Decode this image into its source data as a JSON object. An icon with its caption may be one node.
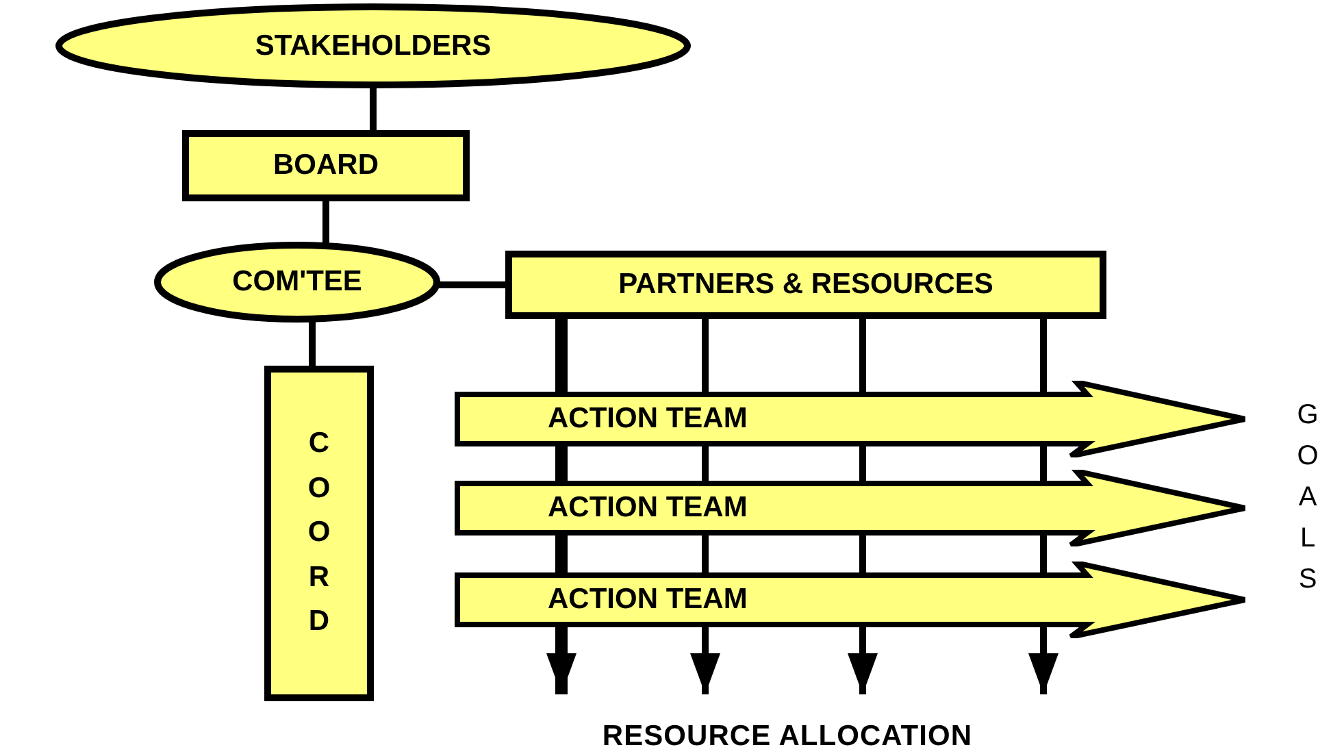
{
  "diagram": {
    "nodes": [
      {
        "text": [
          "STAKEHOLDERS"
        ]
      },
      {
        "text": [
          "BOARD"
        ]
      },
      {
        "text": [
          "COM'TEE"
        ]
      },
      {
        "text": [
          "PARTNERS & RESOURCES"
        ]
      },
      {
        "text": [
          "COORD"
        ]
      },
      {
        "text": [
          "ACTION TEAM"
        ]
      },
      {
        "text": [
          "ACTION TEAM"
        ]
      },
      {
        "text": [
          "ACTION TEAM"
        ]
      }
    ],
    "edges": [
      {
        "from": 0,
        "to": 1,
        "arrow": "none"
      },
      {
        "from": 1,
        "to": 2,
        "arrow": "none"
      },
      {
        "from": 2,
        "to": 3,
        "arrow": "none"
      },
      {
        "from": 2,
        "to": 4,
        "arrow": "none"
      },
      {
        "from": 3,
        "to": null,
        "arrow": "to",
        "style": "thick"
      },
      {
        "from": 3,
        "to": null,
        "arrow": "to"
      },
      {
        "from": 3,
        "to": null,
        "arrow": "to"
      },
      {
        "from": 3,
        "to": null,
        "arrow": "to"
      }
    ],
    "labels": [
      "GOALS",
      "RESOURCE ALLOCATION"
    ]
  }
}
